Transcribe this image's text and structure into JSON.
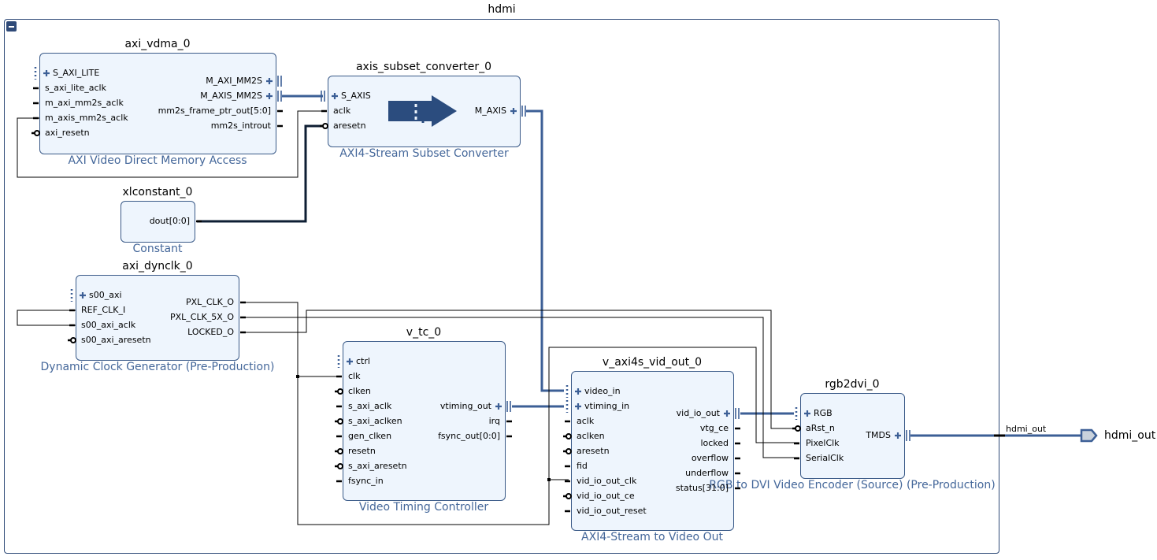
{
  "hier": {
    "title": "hdmi"
  },
  "blocks": {
    "vdma": {
      "inst": "axi_vdma_0",
      "desc": "AXI Video Direct Memory Access",
      "left_pins": [
        "S_AXI_LITE",
        "s_axi_lite_aclk",
        "m_axi_mm2s_aclk",
        "m_axis_mm2s_aclk",
        "axi_resetn"
      ],
      "right_pins": [
        "M_AXI_MM2S",
        "M_AXIS_MM2S",
        "mm2s_frame_ptr_out[5:0]",
        "mm2s_introut"
      ]
    },
    "subset": {
      "inst": "axis_subset_converter_0",
      "desc": "AXI4-Stream Subset Converter",
      "left_pins": [
        "S_AXIS",
        "aclk",
        "aresetn"
      ],
      "right_pins": [
        "M_AXIS"
      ]
    },
    "xlconst": {
      "inst": "xlconstant_0",
      "desc": "Constant",
      "right_pins": [
        "dout[0:0]"
      ]
    },
    "dynclk": {
      "inst": "axi_dynclk_0",
      "desc": "Dynamic Clock Generator (Pre-Production)",
      "left_pins": [
        "s00_axi",
        "REF_CLK_I",
        "s00_axi_aclk",
        "s00_axi_aresetn"
      ],
      "right_pins": [
        "PXL_CLK_O",
        "PXL_CLK_5X_O",
        "LOCKED_O"
      ]
    },
    "vtc": {
      "inst": "v_tc_0",
      "desc": "Video Timing Controller",
      "left_pins": [
        "ctrl",
        "clk",
        "clken",
        "s_axi_aclk",
        "s_axi_aclken",
        "gen_clken",
        "resetn",
        "s_axi_aresetn",
        "fsync_in"
      ],
      "right_pins": [
        "vtiming_out",
        "irq",
        "fsync_out[0:0]"
      ]
    },
    "vidout": {
      "inst": "v_axi4s_vid_out_0",
      "desc": "AXI4-Stream to Video Out",
      "left_pins": [
        "video_in",
        "vtiming_in",
        "aclk",
        "aclken",
        "aresetn",
        "fid",
        "vid_io_out_clk",
        "vid_io_out_ce",
        "vid_io_out_reset"
      ],
      "right_pins": [
        "vid_io_out",
        "vtg_ce",
        "locked",
        "overflow",
        "underflow",
        "status[31:0]"
      ]
    },
    "rgb2dvi": {
      "inst": "rgb2dvi_0",
      "desc": "RGB to DVI Video Encoder (Source) (Pre-Production)",
      "left_pins": [
        "RGB",
        "aRst_n",
        "PixelClk",
        "SerialClk"
      ],
      "right_pins": [
        "TMDS"
      ]
    }
  },
  "external": {
    "port": "hdmi_out",
    "net": "hdmi_out"
  },
  "colors": {
    "frame": "#2f4a78",
    "block_fill": "#eef5fd",
    "bus": "#3c5f96",
    "wire": "#000000",
    "desc_text": "#44679a"
  }
}
